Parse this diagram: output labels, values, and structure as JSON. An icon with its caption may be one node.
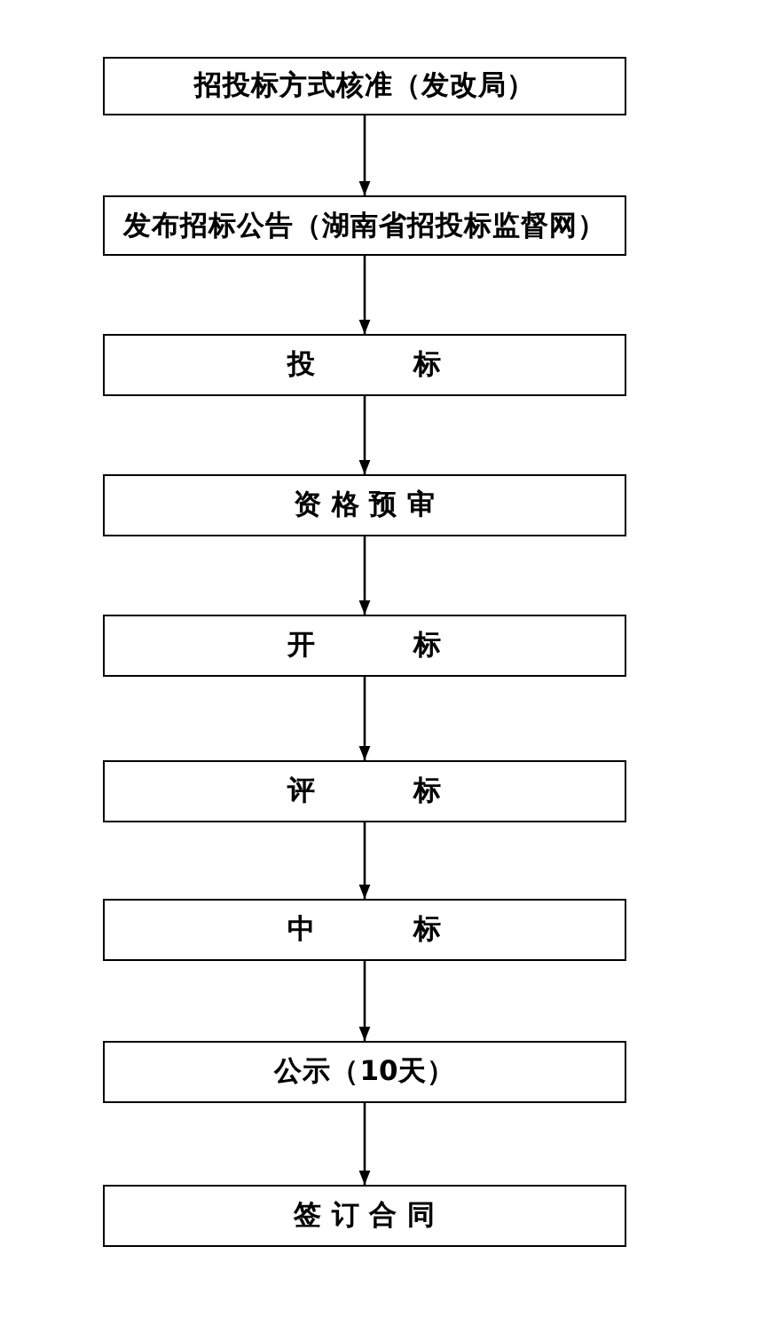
{
  "diagram": {
    "nodes": [
      {
        "text": [
          "招投标方式核准（发改局）"
        ]
      },
      {
        "text": [
          "发布招标公告（湖南省招投标监督网）"
        ]
      },
      {
        "text": [
          "投 标"
        ]
      },
      {
        "text": [
          "资 格 预 审"
        ]
      },
      {
        "text": [
          "开 标"
        ]
      },
      {
        "text": [
          "评 标"
        ]
      },
      {
        "text": [
          "中 标"
        ]
      },
      {
        "text": [
          "公示（10天）"
        ]
      },
      {
        "text": [
          "签 订 合 同"
        ]
      }
    ],
    "edges": [
      {
        "from": 0,
        "to": 1,
        "arrow": "to"
      },
      {
        "from": 1,
        "to": 2,
        "arrow": "to"
      },
      {
        "from": 2,
        "to": 3,
        "arrow": "to"
      },
      {
        "from": 3,
        "to": 4,
        "arrow": "to"
      },
      {
        "from": 4,
        "to": 5,
        "arrow": "to"
      },
      {
        "from": 5,
        "to": 6,
        "arrow": "to"
      },
      {
        "from": 6,
        "to": 7,
        "arrow": "to"
      },
      {
        "from": 7,
        "to": 8,
        "arrow": "to"
      }
    ]
  }
}
